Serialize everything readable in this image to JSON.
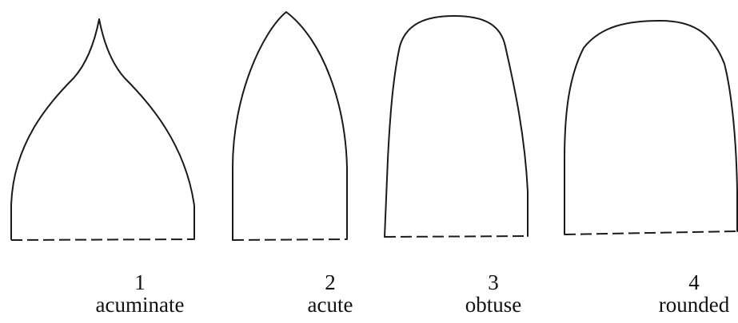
{
  "shapes": [
    {
      "number": "1",
      "name": "acuminate"
    },
    {
      "number": "2",
      "name": "acute"
    },
    {
      "number": "3",
      "name": "obtuse"
    },
    {
      "number": "4",
      "name": "rounded"
    }
  ]
}
